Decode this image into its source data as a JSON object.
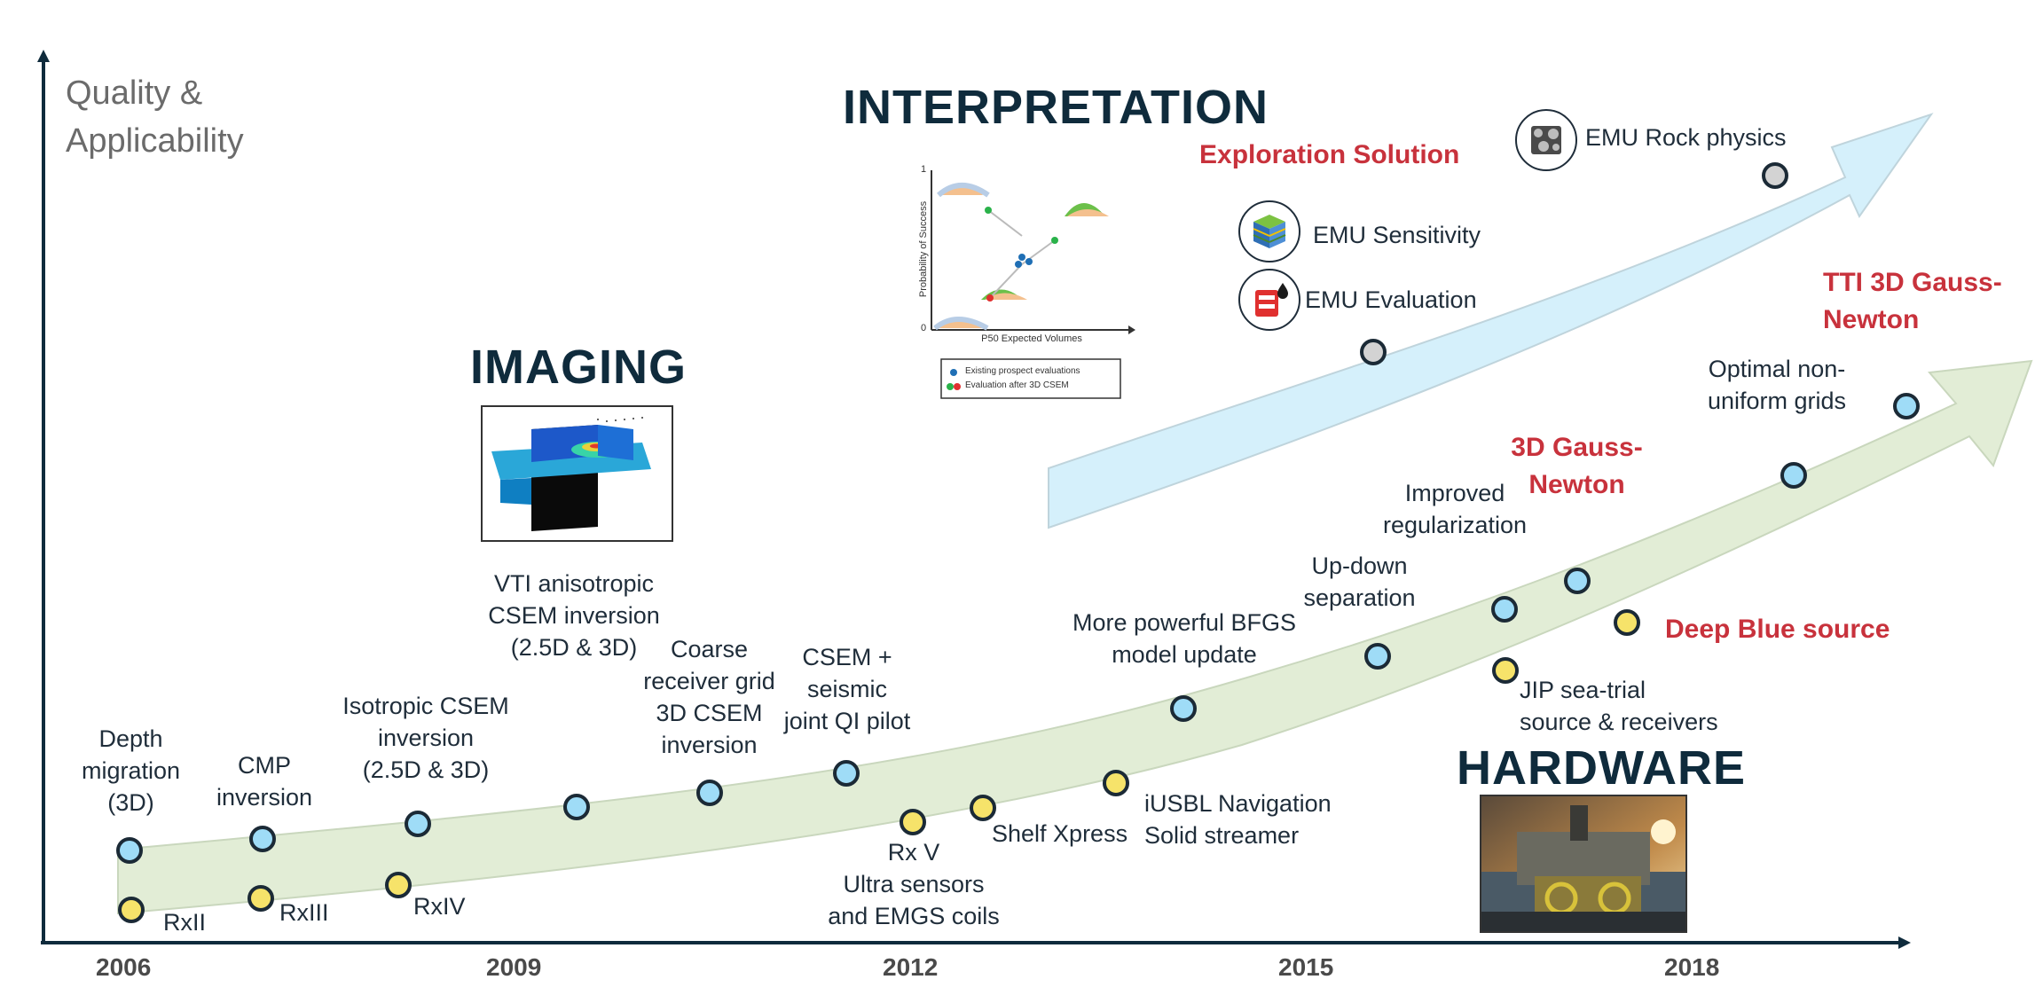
{
  "axis": {
    "y_title_line1": "Quality &",
    "y_title_line2": "Applicability",
    "years": [
      "2006",
      "2009",
      "2012",
      "2015",
      "2018"
    ]
  },
  "headings": {
    "interpretation": "INTERPRETATION",
    "imaging": "IMAGING",
    "hardware": "HARDWARE"
  },
  "imaging_labels": [
    "Depth",
    "migration",
    "(3D)",
    "CMP",
    "inversion",
    "Isotropic CSEM",
    "inversion",
    "(2.5D & 3D)",
    "VTI anisotropic",
    "CSEM inversion",
    "(2.5D & 3D)",
    "Coarse",
    "receiver grid",
    "3D CSEM",
    "inversion",
    "CSEM +",
    "seismic",
    "joint QI pilot",
    "More powerful BFGS",
    "model update",
    "Up-down",
    "separation",
    "Improved",
    "regularization",
    "Optimal non-",
    "uniform grids"
  ],
  "imaging_highlights": [
    "3D Gauss-",
    "Newton",
    "TTI 3D Gauss-",
    "Newton"
  ],
  "hardware_labels": [
    "RxII",
    "RxIII",
    "RxIV",
    "Rx V",
    "Ultra sensors",
    "and EMGS coils",
    "Shelf Xpress",
    "iUSBL Navigation",
    "Solid streamer",
    "JIP sea-trial",
    "source & receivers"
  ],
  "hardware_highlight": "Deep Blue source",
  "interpretation_labels": {
    "exploration_solution": "Exploration Solution",
    "emu_rock_physics": "EMU Rock physics",
    "emu_sensitivity": "EMU Sensitivity",
    "emu_evaluation": "EMU Evaluation"
  },
  "inset_chart": {
    "ylabel": "Probability of Success",
    "xlabel": "P50 Expected Volumes",
    "y_tick_top": "1",
    "y_tick_bottom": "0",
    "legend_existing": "Existing prospect evaluations",
    "legend_after": "Evaluation after 3D CSEM"
  },
  "colors": {
    "imaging_marker": "#9fdcf7",
    "hardware_marker": "#f6e36a",
    "interpretation_marker": "#d3d3d3",
    "green_band": "#e2edd6",
    "blue_arrow": "#d5f0fb",
    "highlight_red": "#c8323c",
    "heading_navy": "#0f2b3c"
  }
}
